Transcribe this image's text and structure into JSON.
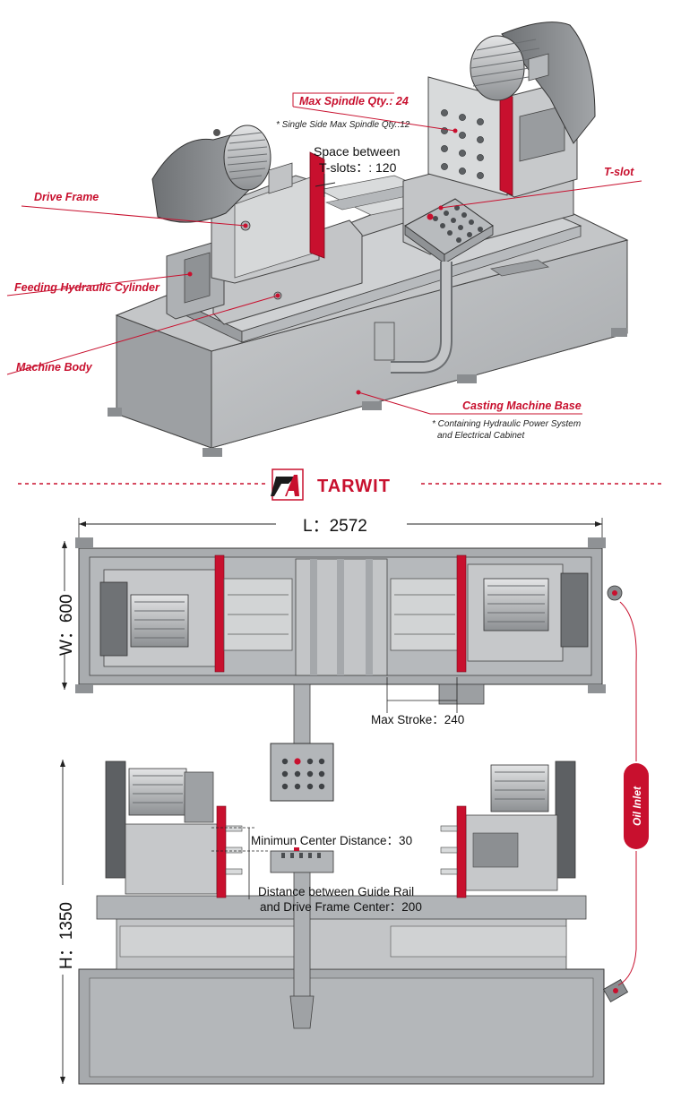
{
  "colors": {
    "accent_red": "#c8102e",
    "machine_gray": "#b9bcbe",
    "machine_dark": "#8e9194",
    "outline": "#3a3a3a"
  },
  "callouts": {
    "max_spindle": "Max Spindle Qty.:  24",
    "single_side_note": "* Single Side Max Spindle Qty.:12",
    "space_between_line1": "Space between",
    "space_between_line2": "T-slots：: 120",
    "tslot": "T-slot",
    "drive_frame": "Drive Frame",
    "feeding_cylinder": "Feeding Hydraulic  Cylinder",
    "machine_body": "Machine Body",
    "casting_base": "Casting Machine Base",
    "base_note_line1": "* Containing Hydraulic Power System",
    "base_note_line2": "and Electrical Cabinet"
  },
  "brand": {
    "logo_letters": "TA",
    "name": "TARWIT"
  },
  "dimensions": {
    "length": "L：2572",
    "width": "W：600",
    "height": "H：1350",
    "max_stroke": "Max Stroke：240",
    "min_center": "Minimun Center Distance：30",
    "guide_rail_line1": "Distance between Guide Rail",
    "guide_rail_line2": "and Drive Frame Center：200",
    "oil_inlet": "Oil Inlet"
  },
  "icons": [
    "motor-icon",
    "control-panel-icon",
    "oil-inlet-icon"
  ]
}
